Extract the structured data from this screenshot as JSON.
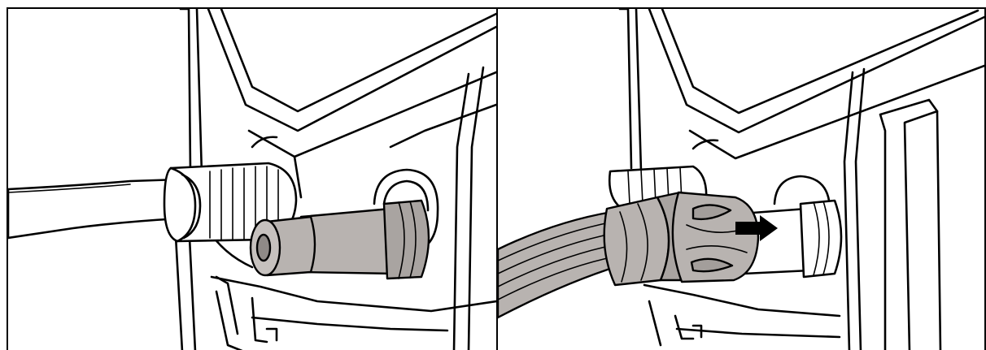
{
  "figure": {
    "panels": [
      {
        "id": "step-1",
        "depicts": "hose-coupling-and-machine-inlet-nipple"
      },
      {
        "id": "step-2",
        "depicts": "hose-coupling-pushed-onto-inlet"
      }
    ],
    "colors": {
      "line": "#000000",
      "part_fill": "#b8b3b0",
      "part_dark": "#8f8a87",
      "background": "#ffffff"
    },
    "icons": {
      "push_direction": "arrow-right-icon"
    }
  }
}
